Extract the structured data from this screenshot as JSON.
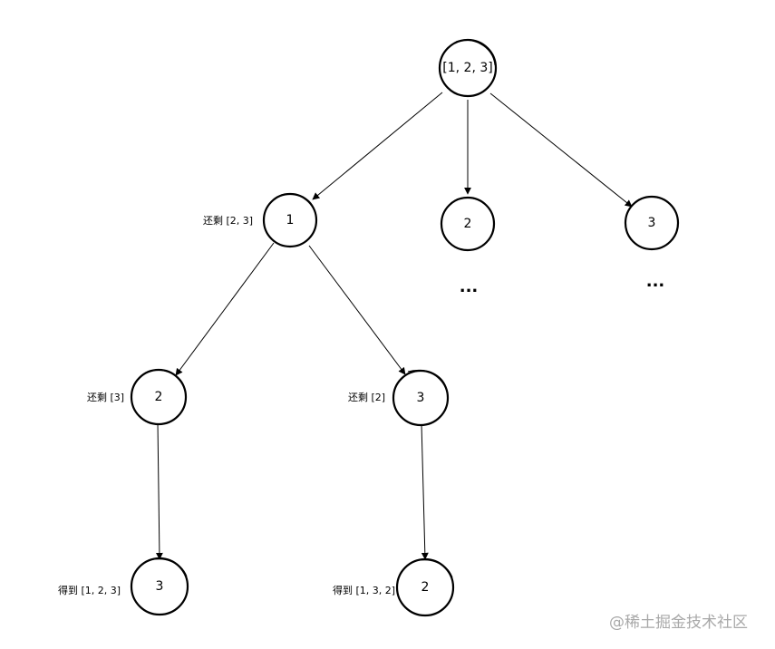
{
  "nodes": {
    "root": "[1, 2, 3]",
    "l1_a": "1",
    "l1_b": "2",
    "l1_c": "3",
    "l2_a": "2",
    "l2_b": "3",
    "l3_a": "3",
    "l3_b": "2"
  },
  "notes": {
    "l1_a": "还剩 [2, 3]",
    "l2_a": "还剩 [3]",
    "l2_b": "还剩 [2]",
    "l3_a": "得到 [1, 2, 3]",
    "l3_b": "得到 [1, 3, 2]"
  },
  "ellipsis": {
    "b": "...",
    "c": "..."
  },
  "watermark": "@稀土掘金技术社区",
  "colors": {
    "stroke": "#000000",
    "background": "#ffffff",
    "watermark": "#a8a8a8"
  }
}
